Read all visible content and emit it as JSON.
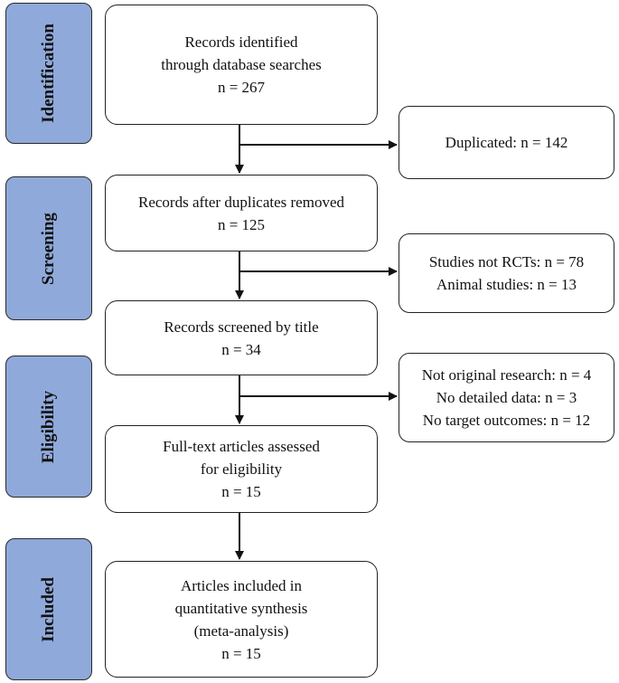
{
  "stages": {
    "identification": "Identification",
    "screening": "Screening",
    "eligibility": "Eligibility",
    "included": "Included"
  },
  "main": {
    "identified": {
      "lines": [
        "Records identified",
        "through database searches",
        "n = 267"
      ]
    },
    "after_duplicates": {
      "lines": [
        "Records after duplicates removed",
        "n = 125"
      ]
    },
    "screened_title": {
      "lines": [
        "Records screened by title",
        "n = 34"
      ]
    },
    "full_text": {
      "lines": [
        "Full-text articles assessed",
        "for eligibility",
        "n = 15"
      ]
    },
    "included": {
      "lines": [
        "Articles included in",
        "quantitative synthesis",
        "(meta-analysis)",
        "n = 15"
      ]
    }
  },
  "excluded": {
    "duplicates": {
      "lines": [
        "Duplicated: n = 142"
      ]
    },
    "not_rct": {
      "lines": [
        "Studies not RCTs: n = 78",
        "Animal studies: n = 13"
      ]
    },
    "not_original": {
      "lines": [
        "Not original research: n = 4",
        "No detailed data: n = 3",
        "No target outcomes: n = 12"
      ]
    }
  }
}
